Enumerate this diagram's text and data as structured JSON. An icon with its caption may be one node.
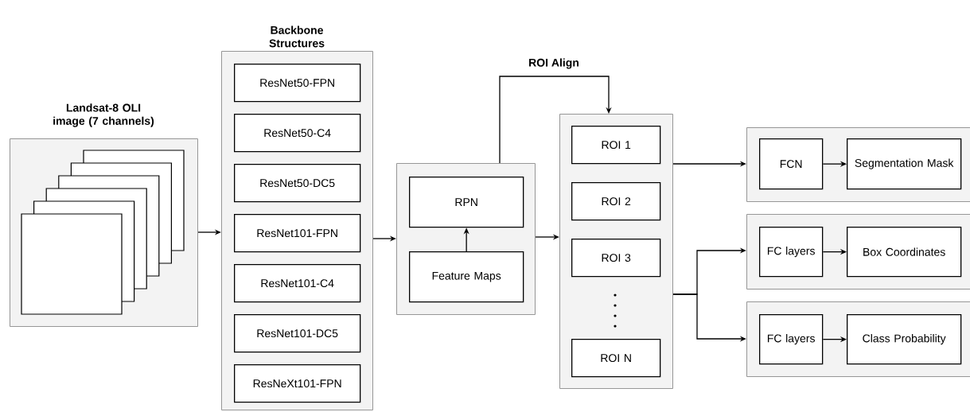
{
  "diagram": {
    "nodes": [
      {
        "text": [
          "Landsat-8 OLI image (7 channels)"
        ]
      },
      {
        "text": [
          "Backbone Structures"
        ]
      },
      {
        "text": [
          "ResNet50-FPN"
        ],
        "in": 1
      },
      {
        "text": [
          "ResNet50-C4"
        ],
        "in": 1
      },
      {
        "text": [
          "ResNet50-DC5"
        ],
        "in": 1
      },
      {
        "text": [
          "ResNet101-FPN"
        ],
        "in": 1
      },
      {
        "text": [
          "ResNet101-C4"
        ],
        "in": 1
      },
      {
        "text": [
          "ResNet101-DC5"
        ],
        "in": 1
      },
      {
        "text": [
          "ResNeXt101-FPN"
        ],
        "in": 1
      },
      {
        "text": [],
        "shape": "box"
      },
      {
        "text": [
          "RPN"
        ],
        "in": 9
      },
      {
        "text": [
          "Feature Maps"
        ],
        "in": 9
      },
      {
        "text": [],
        "shape": "box"
      },
      {
        "text": [
          "ROI 1"
        ],
        "in": 12
      },
      {
        "text": [
          "ROI 2"
        ],
        "in": 12
      },
      {
        "text": [
          "ROI 3"
        ],
        "in": 12
      },
      {
        "text": [
          "ROI N"
        ],
        "in": 12
      },
      {
        "text": [],
        "shape": "box"
      },
      {
        "text": [
          "FCN"
        ],
        "in": 17
      },
      {
        "text": [
          "Segmentation Mask"
        ],
        "in": 17
      },
      {
        "text": [],
        "shape": "box"
      },
      {
        "text": [
          "FC layers"
        ],
        "in": 20
      },
      {
        "text": [
          "Box Coordinates"
        ],
        "in": 20
      },
      {
        "text": [],
        "shape": "box"
      },
      {
        "text": [
          "FC layers"
        ],
        "in": 23
      },
      {
        "text": [
          "Class Probability"
        ],
        "in": 23
      }
    ],
    "edges": [
      {
        "from": 0,
        "to": 1,
        "arrow": "to"
      },
      {
        "from": 1,
        "to": 9,
        "arrow": "to"
      },
      {
        "from": 11,
        "to": 10,
        "arrow": "to"
      },
      {
        "from": 9,
        "to": 12,
        "arrow": "to",
        "label": "ROI Align"
      },
      {
        "from": 9,
        "to": 12,
        "arrow": "to"
      },
      {
        "from": 12,
        "to": 17,
        "arrow": "to"
      },
      {
        "from": 12,
        "to": 20,
        "arrow": "to"
      },
      {
        "from": 12,
        "to": 23,
        "arrow": "to"
      },
      {
        "from": 18,
        "to": 19,
        "arrow": "to"
      },
      {
        "from": 21,
        "to": 22,
        "arrow": "to"
      },
      {
        "from": 24,
        "to": 25,
        "arrow": "to"
      }
    ]
  }
}
